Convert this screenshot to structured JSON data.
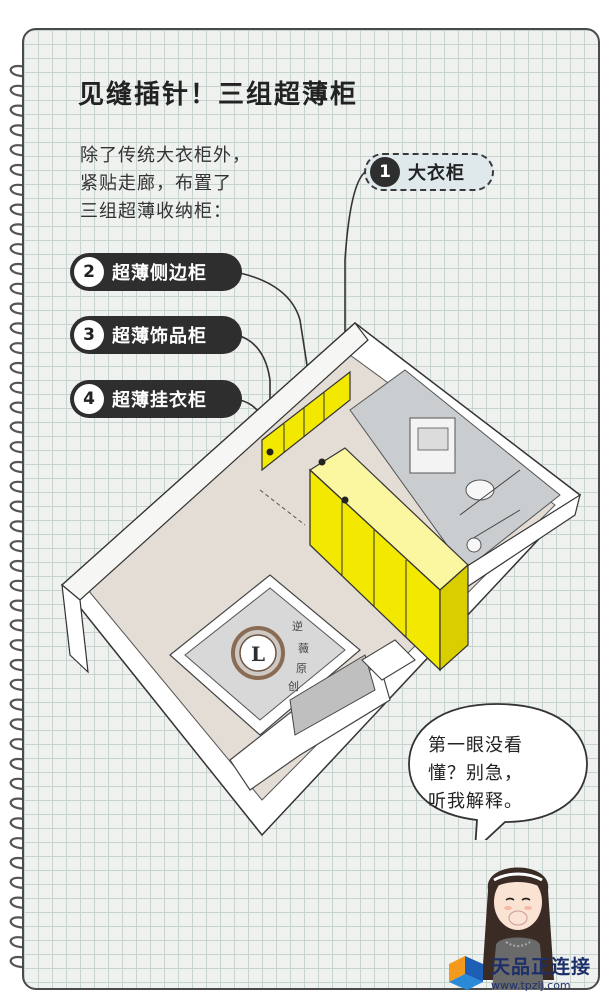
{
  "title": "见缝插针！三组超薄柜",
  "intro_lines": [
    "除了传统大衣柜外，",
    "紧贴走廊，布置了",
    "三组超薄收纳柜："
  ],
  "labels": [
    {
      "num": "1",
      "text": "大衣柜"
    },
    {
      "num": "2",
      "text": "超薄侧边柜"
    },
    {
      "num": "3",
      "text": "超薄饰品柜"
    },
    {
      "num": "4",
      "text": "超薄挂衣柜"
    }
  ],
  "medallion": {
    "letter": "L",
    "chars": [
      "逆",
      "薇",
      "原",
      "创"
    ]
  },
  "bubble_lines": [
    "第一眼没看",
    "懂？别急，",
    "听我解释。"
  ],
  "logo": {
    "name": "天品正连接",
    "url": "www.tpzlj.com"
  },
  "colors": {
    "cabinet": "#f2e800",
    "paper": "#eef1ee",
    "floor": "#e3ddd5",
    "pill": "#2e2e2e"
  }
}
